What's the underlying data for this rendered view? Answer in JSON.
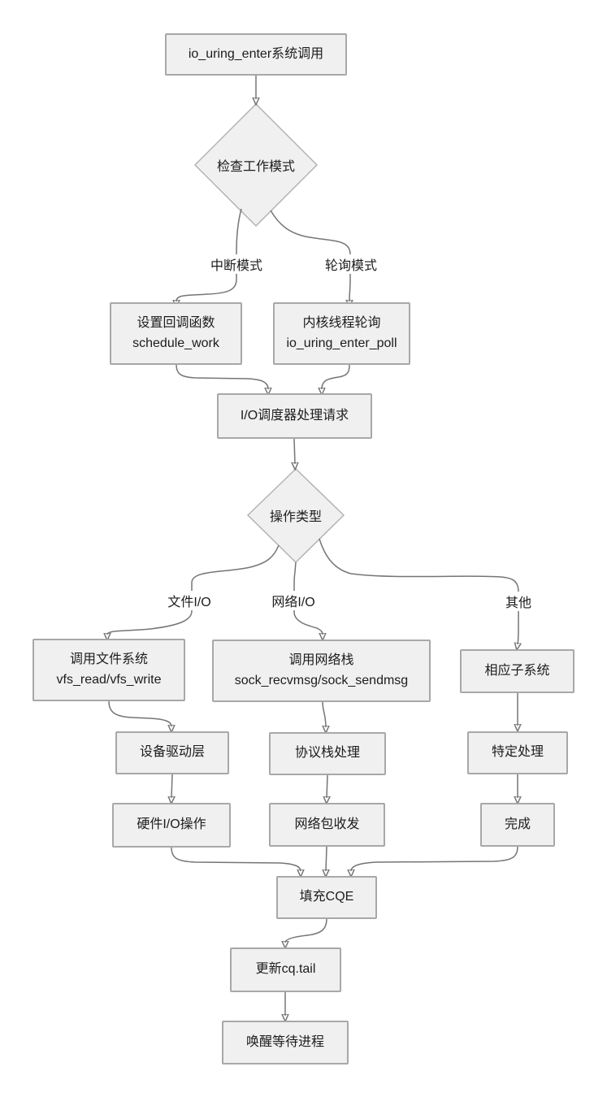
{
  "diagram": {
    "nodes": {
      "start": {
        "label": "io_uring_enter系统调用"
      },
      "check_mode": {
        "label": "检查工作模式"
      },
      "set_callback": {
        "label": "设置回调函数",
        "sublabel": "schedule_work"
      },
      "kernel_poll": {
        "label": "内核线程轮询",
        "sublabel": "io_uring_enter_poll"
      },
      "io_scheduler": {
        "label": "I/O调度器处理请求"
      },
      "op_type": {
        "label": "操作类型"
      },
      "call_fs": {
        "label": "调用文件系统",
        "sublabel": "vfs_read/vfs_write"
      },
      "call_net": {
        "label": "调用网络栈",
        "sublabel": "sock_recvmsg/sock_sendmsg"
      },
      "subsystem": {
        "label": "相应子系统"
      },
      "driver": {
        "label": "设备驱动层"
      },
      "protocol": {
        "label": "协议栈处理"
      },
      "specific": {
        "label": "特定处理"
      },
      "hw_io": {
        "label": "硬件I/O操作"
      },
      "net_pkt": {
        "label": "网络包收发"
      },
      "done": {
        "label": "完成"
      },
      "fill_cqe": {
        "label": "填充CQE"
      },
      "update_tail": {
        "label": "更新cq.tail"
      },
      "wake": {
        "label": "唤醒等待进程"
      }
    },
    "edge_labels": {
      "interrupt": "中断模式",
      "poll": "轮询模式",
      "file_io": "文件I/O",
      "net_io": "网络I/O",
      "other": "其他"
    },
    "colors": {
      "background": "#ffffff",
      "node_fill": "#f0f0f0",
      "node_border": "#a8a8a8",
      "edge_stroke": "#757575",
      "arrow_fill": "#5f5f5f",
      "text": "#1c1c1c"
    }
  }
}
